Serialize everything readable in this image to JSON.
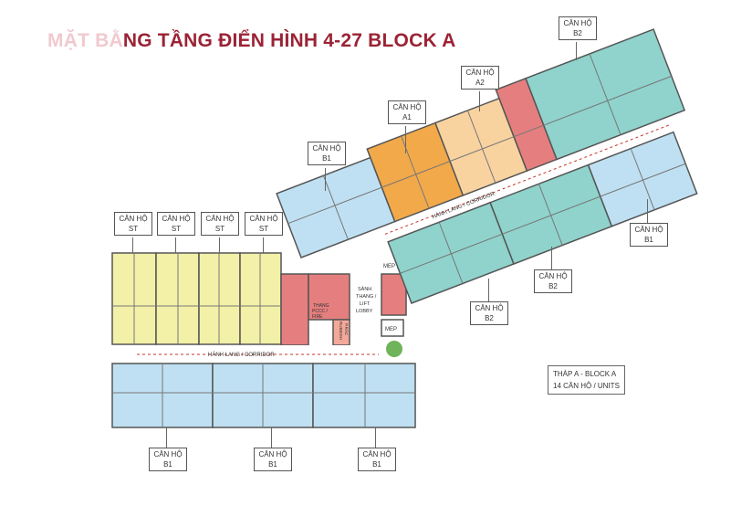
{
  "title": {
    "faded": "MẶT BẰ",
    "main": "NG TẦNG ĐIỂN HÌNH 4-27 BLOCK A"
  },
  "colors": {
    "title": "#9b2335",
    "st": "#f3f0a8",
    "b1": "#bfe0f2",
    "b2": "#8fd3cc",
    "a1": "#f2a94a",
    "a2": "#f8d3a0",
    "core": "#e57f7f",
    "wall": "#555555",
    "corridor_arrow": "#c0392b"
  },
  "labels": [
    {
      "prefix": "CĂN HỘ",
      "code": "B2"
    },
    {
      "prefix": "CĂN HỘ",
      "code": "A2"
    },
    {
      "prefix": "CĂN HỘ",
      "code": "A1"
    },
    {
      "prefix": "CĂN HỘ",
      "code": "B1"
    },
    {
      "prefix": "CĂN HỘ",
      "code": "ST"
    },
    {
      "prefix": "CĂN HỘ",
      "code": "ST"
    },
    {
      "prefix": "CĂN HỘ",
      "code": "ST"
    },
    {
      "prefix": "CĂN HỘ",
      "code": "ST"
    },
    {
      "prefix": "CĂN HỘ",
      "code": "B1"
    },
    {
      "prefix": "CĂN HỘ",
      "code": "B2"
    },
    {
      "prefix": "CĂN HỘ",
      "code": "B2"
    },
    {
      "prefix": "CĂN HỘ",
      "code": "B1"
    },
    {
      "prefix": "CĂN HỘ",
      "code": "B1"
    },
    {
      "prefix": "CĂN HỘ",
      "code": "B1"
    }
  ],
  "plan": {
    "corridor_lower": "HÀNH LANG / CORRIDOR",
    "corridor_upper": "HÀNH LANG / CORRIDOR",
    "lobby": [
      "SẢNH",
      "THANG /",
      "LIFT",
      "LOBBY"
    ],
    "mep": "MEP",
    "fire_stair": [
      "THANG",
      "PCCC /",
      "FIRE"
    ],
    "rubbish": [
      "P.RÁC",
      "RUBBISH"
    ]
  },
  "info": {
    "line1": "THÁP A - BLOCK A",
    "line2": "14 CĂN HỘ / UNITS"
  }
}
